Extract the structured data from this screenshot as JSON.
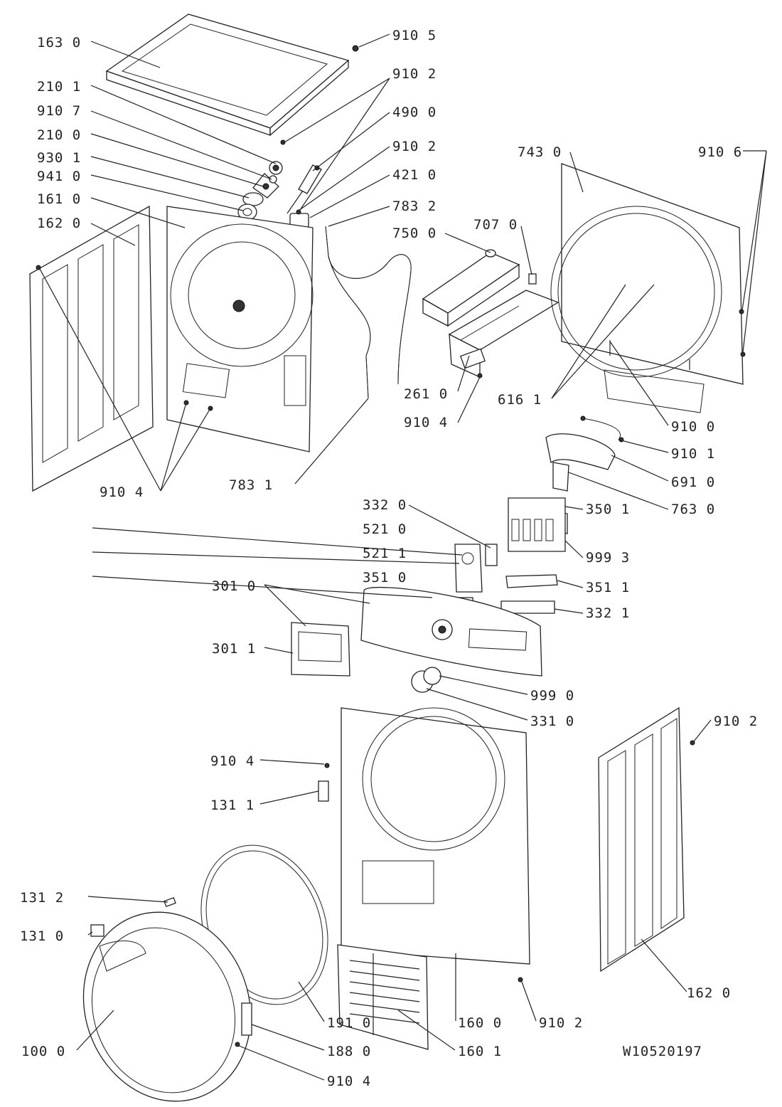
{
  "document_number": "W10520197",
  "labels": [
    "163 0",
    "910 5",
    "910 2",
    "210 1",
    "910 7",
    "490 0",
    "210 0",
    "910 2",
    "930 1",
    "421 0",
    "941 0",
    "161 0",
    "783 2",
    "162 0",
    "743 0",
    "910 6",
    "707 0",
    "750 0",
    "261 0",
    "616 1",
    "910 4",
    "910 0",
    "910 1",
    "691 0",
    "763 0",
    "910 4",
    "783 1",
    "332 0",
    "350 1",
    "521 0",
    "521 1",
    "999 3",
    "351 0",
    "351 1",
    "301 0",
    "332 1",
    "301 1",
    "999 0",
    "331 0",
    "910 2",
    "910 4",
    "131 1",
    "131 2",
    "131 0",
    "191 0",
    "160 0",
    "910 2",
    "188 0",
    "100 0",
    "160 1",
    "910 4",
    "162 0"
  ]
}
